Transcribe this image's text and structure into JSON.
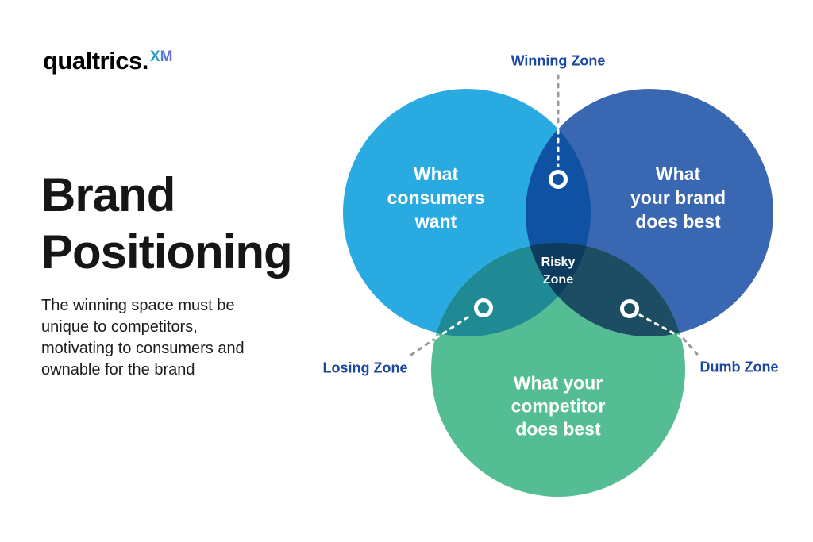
{
  "logo": {
    "brand": "qualtrics.",
    "suffix": "XM"
  },
  "headline": {
    "line1": "Brand",
    "line2": "Positioning"
  },
  "subtitle": {
    "lines": [
      "The winning space must be",
      "unique to competitors,",
      "motivating to consumers and",
      "ownable for the brand"
    ]
  },
  "venn": {
    "circle_consumers": {
      "lines": [
        "What",
        "consumers",
        "want"
      ]
    },
    "circle_brand": {
      "lines": [
        "What",
        "your brand",
        "does best"
      ]
    },
    "circle_competitor": {
      "lines": [
        "What your",
        "competitor",
        "does best"
      ]
    },
    "zone_center": {
      "lines": [
        "Risky",
        "Zone"
      ]
    },
    "zone_top": "Winning Zone",
    "zone_bottom_left": "Losing Zone",
    "zone_bottom_right": "Dumb Zone"
  },
  "colors": {
    "circle_consumers": "#29ABE2",
    "circle_brand": "#3A67B1",
    "circle_competitor": "#55BD94",
    "overlap_top": "#0F52A4",
    "overlap_left": "#1F8A94",
    "overlap_right": "#1D4D63",
    "overlap_center": "#0D3B5E",
    "zone_label": "#1A47A0",
    "dash_gray": "#9A9A9A",
    "ring_white": "#FFFFFF",
    "heading_text": "#161616",
    "body_text": "#1D1D1F",
    "logo_text": "#000000",
    "xm_gradient_start": "#14AEC0",
    "xm_gradient_end": "#7A5BE8"
  }
}
